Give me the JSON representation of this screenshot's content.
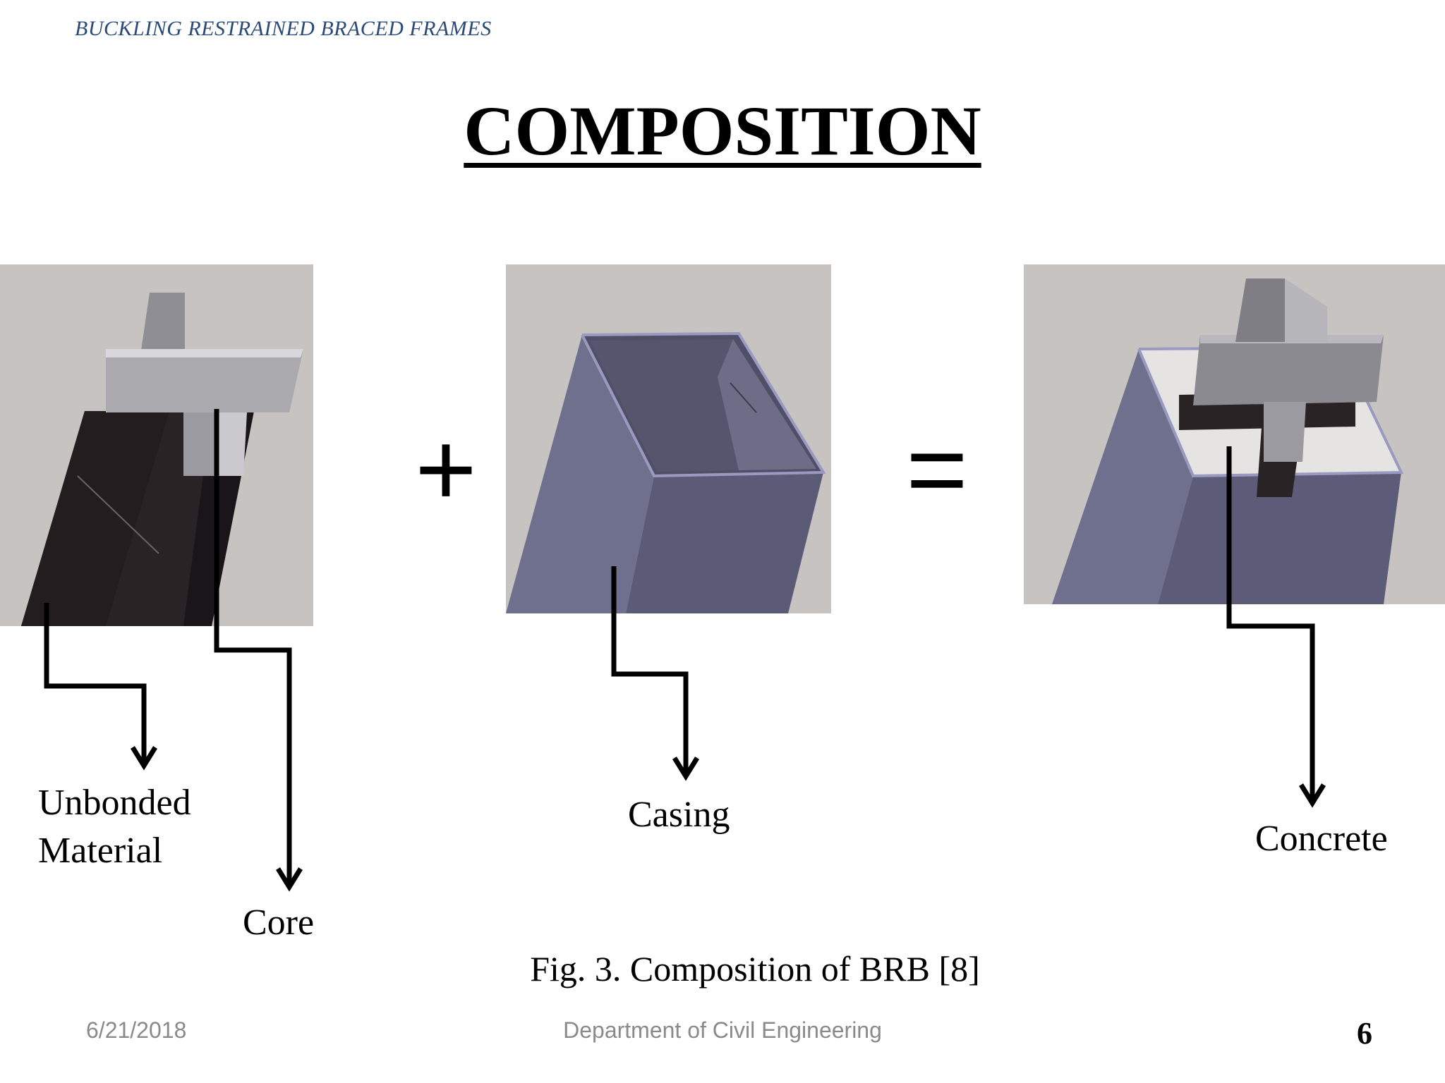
{
  "header": {
    "title": "BUCKLING RESTRAINED BRACED FRAMES"
  },
  "slide": {
    "title": "COMPOSITION"
  },
  "operators": {
    "plus": "+",
    "equals": "="
  },
  "labels": {
    "unbonded_line1": "Unbonded",
    "unbonded_line2": "Material",
    "core": "Core",
    "casing": "Casing",
    "concrete": "Concrete"
  },
  "figure": {
    "caption": "Fig. 3. Composition of BRB [8]"
  },
  "footer": {
    "date": "6/21/2018",
    "department": "Department of Civil Engineering",
    "page_number": "6"
  },
  "colors": {
    "panel_bg": "#c3c0bd",
    "core_steel": "#2a2326",
    "casing": "#6e6e8c",
    "plate": "#b9b9bd",
    "header_text": "#2b4a78"
  }
}
